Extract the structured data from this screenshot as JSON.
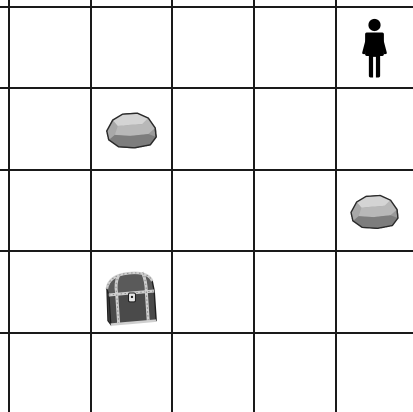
{
  "board": {
    "columns": 5,
    "rows": 5,
    "grid_color": "#1a1a1a",
    "background": "#ffffff"
  },
  "entities": [
    {
      "type": "player",
      "icon": "person-icon",
      "row": 0,
      "col": 4
    },
    {
      "type": "rock",
      "icon": "rock-icon",
      "row": 1,
      "col": 1
    },
    {
      "type": "rock",
      "icon": "rock-icon",
      "row": 2,
      "col": 4
    },
    {
      "type": "treasure",
      "icon": "treasure-chest-icon",
      "row": 3,
      "col": 1
    }
  ]
}
